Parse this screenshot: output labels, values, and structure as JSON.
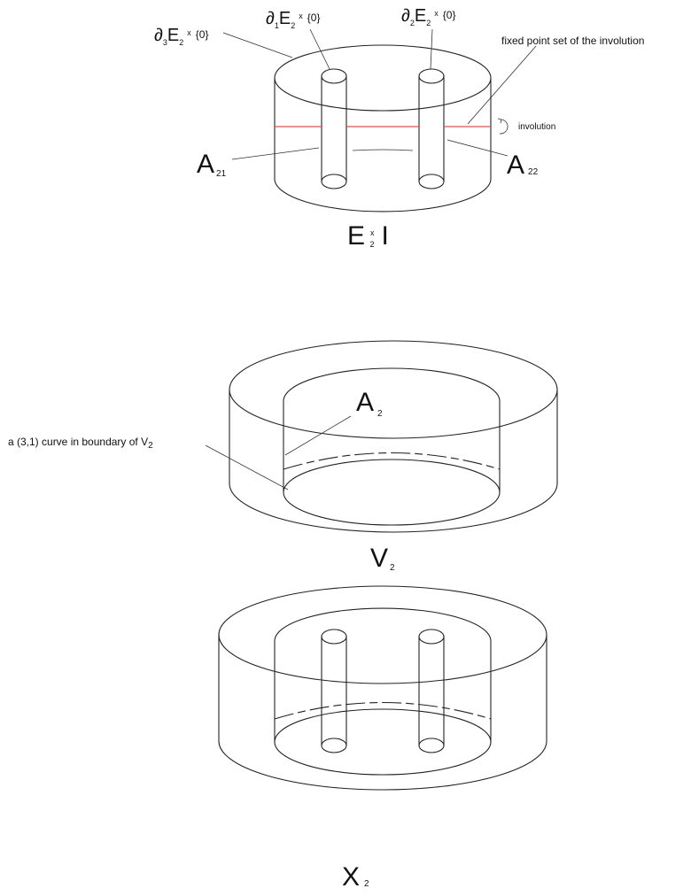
{
  "figure1": {
    "top_left_label": {
      "sym": "∂",
      "s1": "3",
      "E": "E",
      "s2": "2",
      "x": "x",
      "t": "{0}"
    },
    "top_mid_label": {
      "sym": "∂",
      "s1": "1",
      "E": "E",
      "s2": "2",
      "x": "x",
      "t": "{0}"
    },
    "top_right_label": {
      "sym": "∂",
      "s1": "2",
      "E": "E",
      "s2": "2",
      "x": "x",
      "t": "{0}"
    },
    "fixed_label": "fixed point set of the involution",
    "involution_label": "involution",
    "A21": {
      "A": "A",
      "sub": "21"
    },
    "A22": {
      "A": "A",
      "sub": "22"
    },
    "caption": {
      "E": "E",
      "x": "x",
      "sub": "2",
      "I": "I"
    }
  },
  "figure2": {
    "A2": {
      "A": "A",
      "sub": "2"
    },
    "curve_label": {
      "text": "a (3,1) curve in boundary of V",
      "sub": "2"
    },
    "caption": {
      "V": "V",
      "sub": "2"
    }
  },
  "figure3": {
    "caption": {
      "X": "X",
      "sub": "2"
    }
  },
  "colors": {
    "fixed_set": "#d9534f",
    "lines": "#222222"
  }
}
